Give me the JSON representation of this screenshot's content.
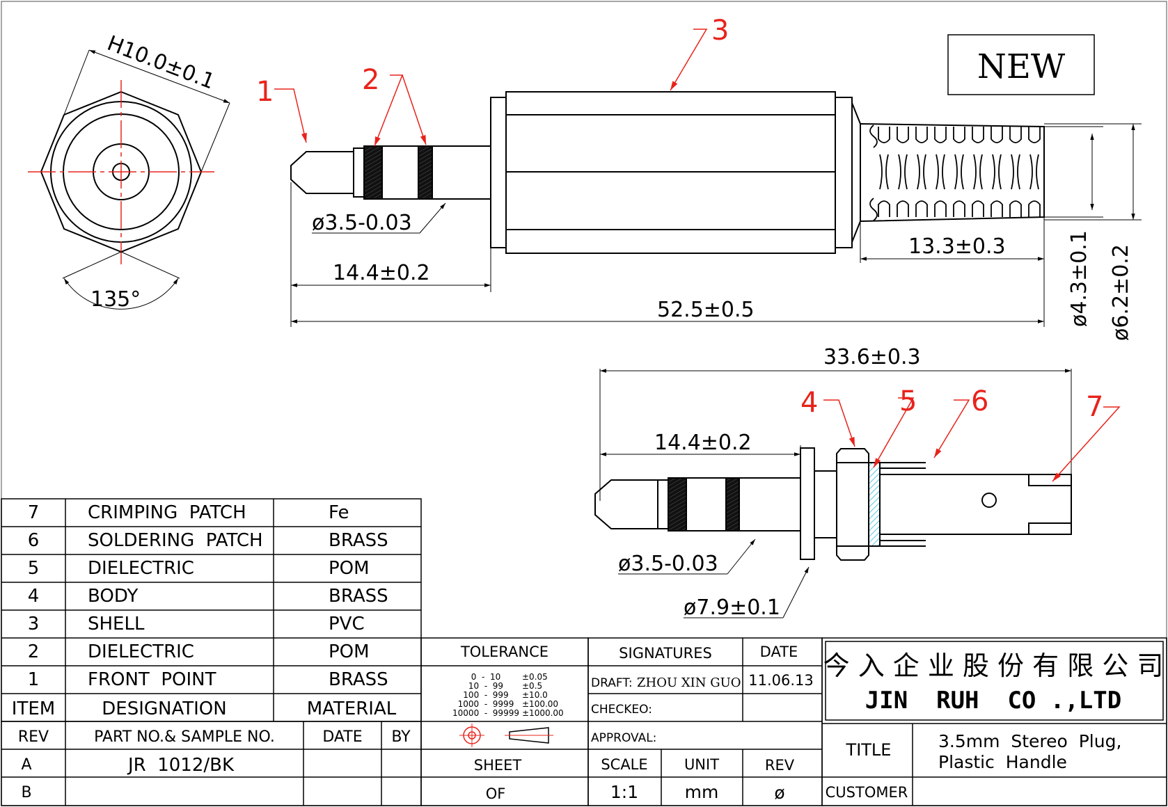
{
  "new_label": "NEW",
  "balloons": [
    "1",
    "2",
    "3",
    "4",
    "5",
    "6",
    "7"
  ],
  "dims": {
    "hex_width": "H10.0±0.1",
    "hex_angle": "135°",
    "tip_dia_top": "ø3.5-0.03",
    "tip_len_top": "14.4±0.2",
    "overall_len": "52.5±0.5",
    "handle_len": "13.3±0.3",
    "handle_dia_small": "ø4.3±0.1",
    "handle_dia_large": "ø6.2±0.2",
    "body_len": "33.6±0.3",
    "tip_len_bottom": "14.4±0.2",
    "tip_dia_bottom": "ø3.5-0.03",
    "flange_dia": "ø7.9±0.1"
  },
  "bom": {
    "rows": [
      {
        "item": "7",
        "designation": "CRIMPING  PATCH",
        "material": "Fe"
      },
      {
        "item": "6",
        "designation": "SOLDERING  PATCH",
        "material": "BRASS"
      },
      {
        "item": "5",
        "designation": "DIELECTRIC",
        "material": "POM"
      },
      {
        "item": "4",
        "designation": "BODY",
        "material": "BRASS"
      },
      {
        "item": "3",
        "designation": "SHELL",
        "material": "PVC"
      },
      {
        "item": "2",
        "designation": "DIELECTRIC",
        "material": "POM"
      },
      {
        "item": "1",
        "designation": "FRONT  POINT",
        "material": "BRASS"
      }
    ],
    "header": {
      "item": "ITEM",
      "designation": "DESIGNATION",
      "material": "MATERIAL"
    }
  },
  "revisions": {
    "header": {
      "rev": "REV",
      "part": "PART NO.& SAMPLE NO.",
      "date": "DATE",
      "by": "BY"
    },
    "rows": [
      {
        "rev": "A",
        "part": "JR  1012/BK",
        "date": "",
        "by": ""
      },
      {
        "rev": "B",
        "part": "",
        "date": "",
        "by": ""
      }
    ]
  },
  "tolerance": {
    "title": "TOLERANCE",
    "rows": [
      {
        "range": "0  -  10",
        "tol": "±0.05"
      },
      {
        "range": "10  -  99",
        "tol": "±0.5"
      },
      {
        "range": "100  -  999",
        "tol": "±10.0"
      },
      {
        "range": "1000  -  9999",
        "tol": "±100.00"
      },
      {
        "range": "10000  -  99999",
        "tol": "±1000.00"
      }
    ]
  },
  "signatures": {
    "title": "SIGNATURES",
    "date_title": "DATE",
    "draft_label": "DRAFT:",
    "draft_name": "ZHOU XIN GUO",
    "draft_date": "11.06.13",
    "checked_label": "CHECKEO:",
    "approval_label": "APPROVAL:"
  },
  "sheet": {
    "sheet_label": "SHEET",
    "of_label": "OF",
    "scale_label": "SCALE",
    "scale_value": "1:1",
    "unit_label": "UNIT",
    "unit_value": "mm",
    "rev_label": "REV",
    "rev_value": "ø"
  },
  "company": {
    "name_cn": "今 入 企 业 股 份 有 限 公 司",
    "name_en": "JIN  RUH  CO .,LTD"
  },
  "title_block": {
    "title_label": "TITLE",
    "title_line1": "3.5mm  Stereo  Plug,",
    "title_line2": "Plastic  Handle",
    "customer_label": "CUSTOMER"
  },
  "colors": {
    "balloon": "#e8231b",
    "line": "#000000",
    "dielectric": "#29b6d6"
  }
}
